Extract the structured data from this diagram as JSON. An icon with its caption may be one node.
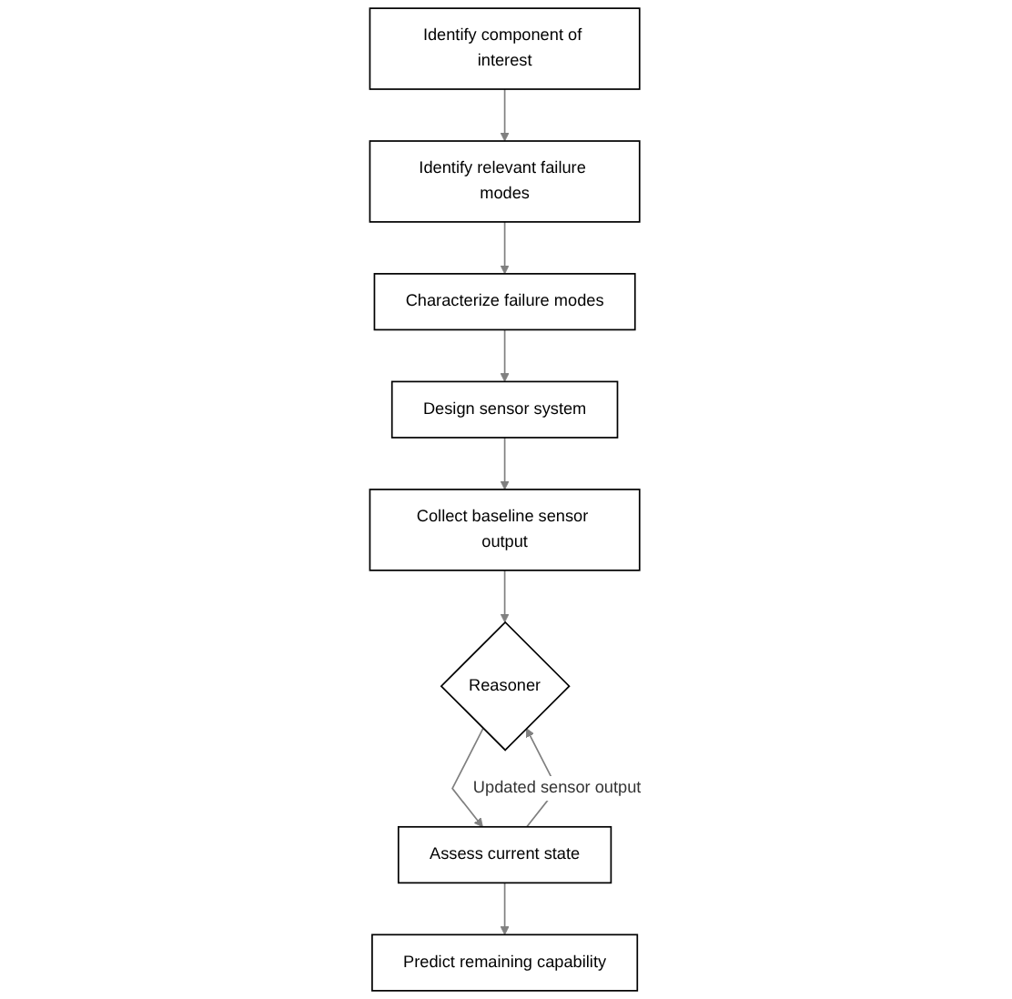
{
  "diagram": {
    "nodes": [
      {
        "text": [
          "Identify relevant failure modes"
        ]
      },
      {
        "text": [
          "Identify component of interest"
        ]
      },
      {
        "text": [
          "Characterize failure modes"
        ]
      },
      {
        "text": [
          "Design sensor system"
        ]
      },
      {
        "text": [
          "Collect baseline sensor output"
        ]
      },
      {
        "text": [
          "Reasoner"
        ]
      },
      {
        "text": [
          "Assess current state"
        ]
      },
      {
        "text": [
          "Predict remaining capability"
        ]
      }
    ],
    "edges": [
      {
        "from": 1,
        "to": 0,
        "arrow": "to"
      },
      {
        "from": 0,
        "to": 2,
        "arrow": "to"
      },
      {
        "from": 2,
        "to": 3,
        "arrow": "to"
      },
      {
        "from": 3,
        "to": 4,
        "arrow": "to"
      },
      {
        "from": 4,
        "to": 5,
        "arrow": "to"
      },
      {
        "from": 5,
        "to": 6,
        "arrow": "to"
      },
      {
        "from": 6,
        "to": 7,
        "arrow": "to"
      },
      {
        "from": 6,
        "to": 5,
        "arrow": "to",
        "label": "Updated sensor output"
      }
    ]
  }
}
